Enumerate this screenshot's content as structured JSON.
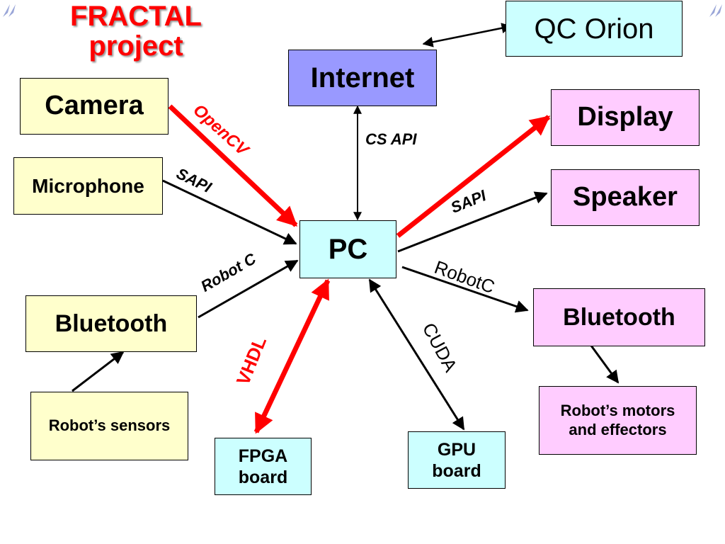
{
  "title": {
    "line1": "FRACTAL",
    "line2": "project"
  },
  "nodes": {
    "qc_orion": "QC Orion",
    "internet": "Internet",
    "camera": "Camera",
    "display": "Display",
    "microphone": "Microphone",
    "speaker": "Speaker",
    "pc": "PC",
    "bluetooth_left": "Bluetooth",
    "bluetooth_right": "Bluetooth",
    "robot_sensors": "Robot’s sensors",
    "robot_motors": "Robot’s motors\nand effectors",
    "fpga_board": "FPGA\nboard",
    "gpu_board": "GPU\nboard"
  },
  "edge_labels": {
    "opencv": "OpenCV",
    "sapi_left": "SAPI",
    "cs_api": "CS API",
    "sapi_right": "SAPI",
    "robot_c": "Robot C",
    "robotc": "RobotC",
    "cuda": "CUDA",
    "vhdl": "VHDL"
  },
  "colors": {
    "accent_red": "#ff0000",
    "node_yellow": "#ffffcc",
    "node_cyan": "#ccffff",
    "node_blue": "#9999ff",
    "node_pink": "#ffccff"
  }
}
